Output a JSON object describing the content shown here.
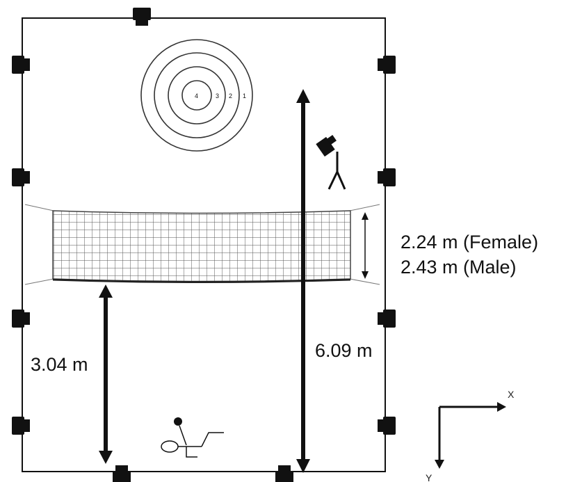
{
  "target": {
    "ring_labels": [
      "4",
      "3",
      "2",
      "1"
    ]
  },
  "dimensions": {
    "net_height_female": "2.24 m (Female)",
    "net_height_male": "2.43 m (Male)",
    "service_distance": "3.04 m",
    "court_depth": "6.09 m"
  },
  "axes": {
    "x_label": "X",
    "y_label": "Y"
  },
  "icons": {
    "cameras": "camera-icon",
    "spectator_camera": "tripod-camera-icon",
    "player": "player-icon"
  },
  "colors": {
    "stroke": "#111111",
    "net": "#555555",
    "target_ring": "#333333"
  }
}
